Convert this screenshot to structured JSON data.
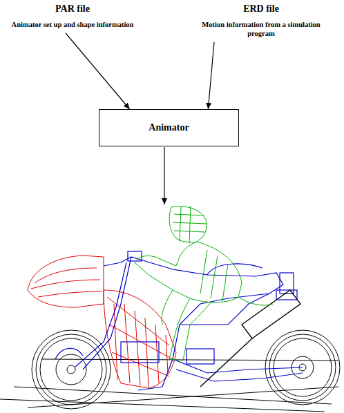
{
  "diagram": {
    "nodes": [
      {
        "text": [
          "PAR file",
          "Animator set up and shape information"
        ]
      },
      {
        "text": [
          "ERD file",
          "Motion information from a simulation program"
        ]
      },
      {
        "text": [
          "Animator"
        ]
      }
    ],
    "edges": [
      {
        "from": 0,
        "to": 2,
        "arrow": "to"
      },
      {
        "from": 1,
        "to": 2,
        "arrow": "to"
      }
    ]
  }
}
